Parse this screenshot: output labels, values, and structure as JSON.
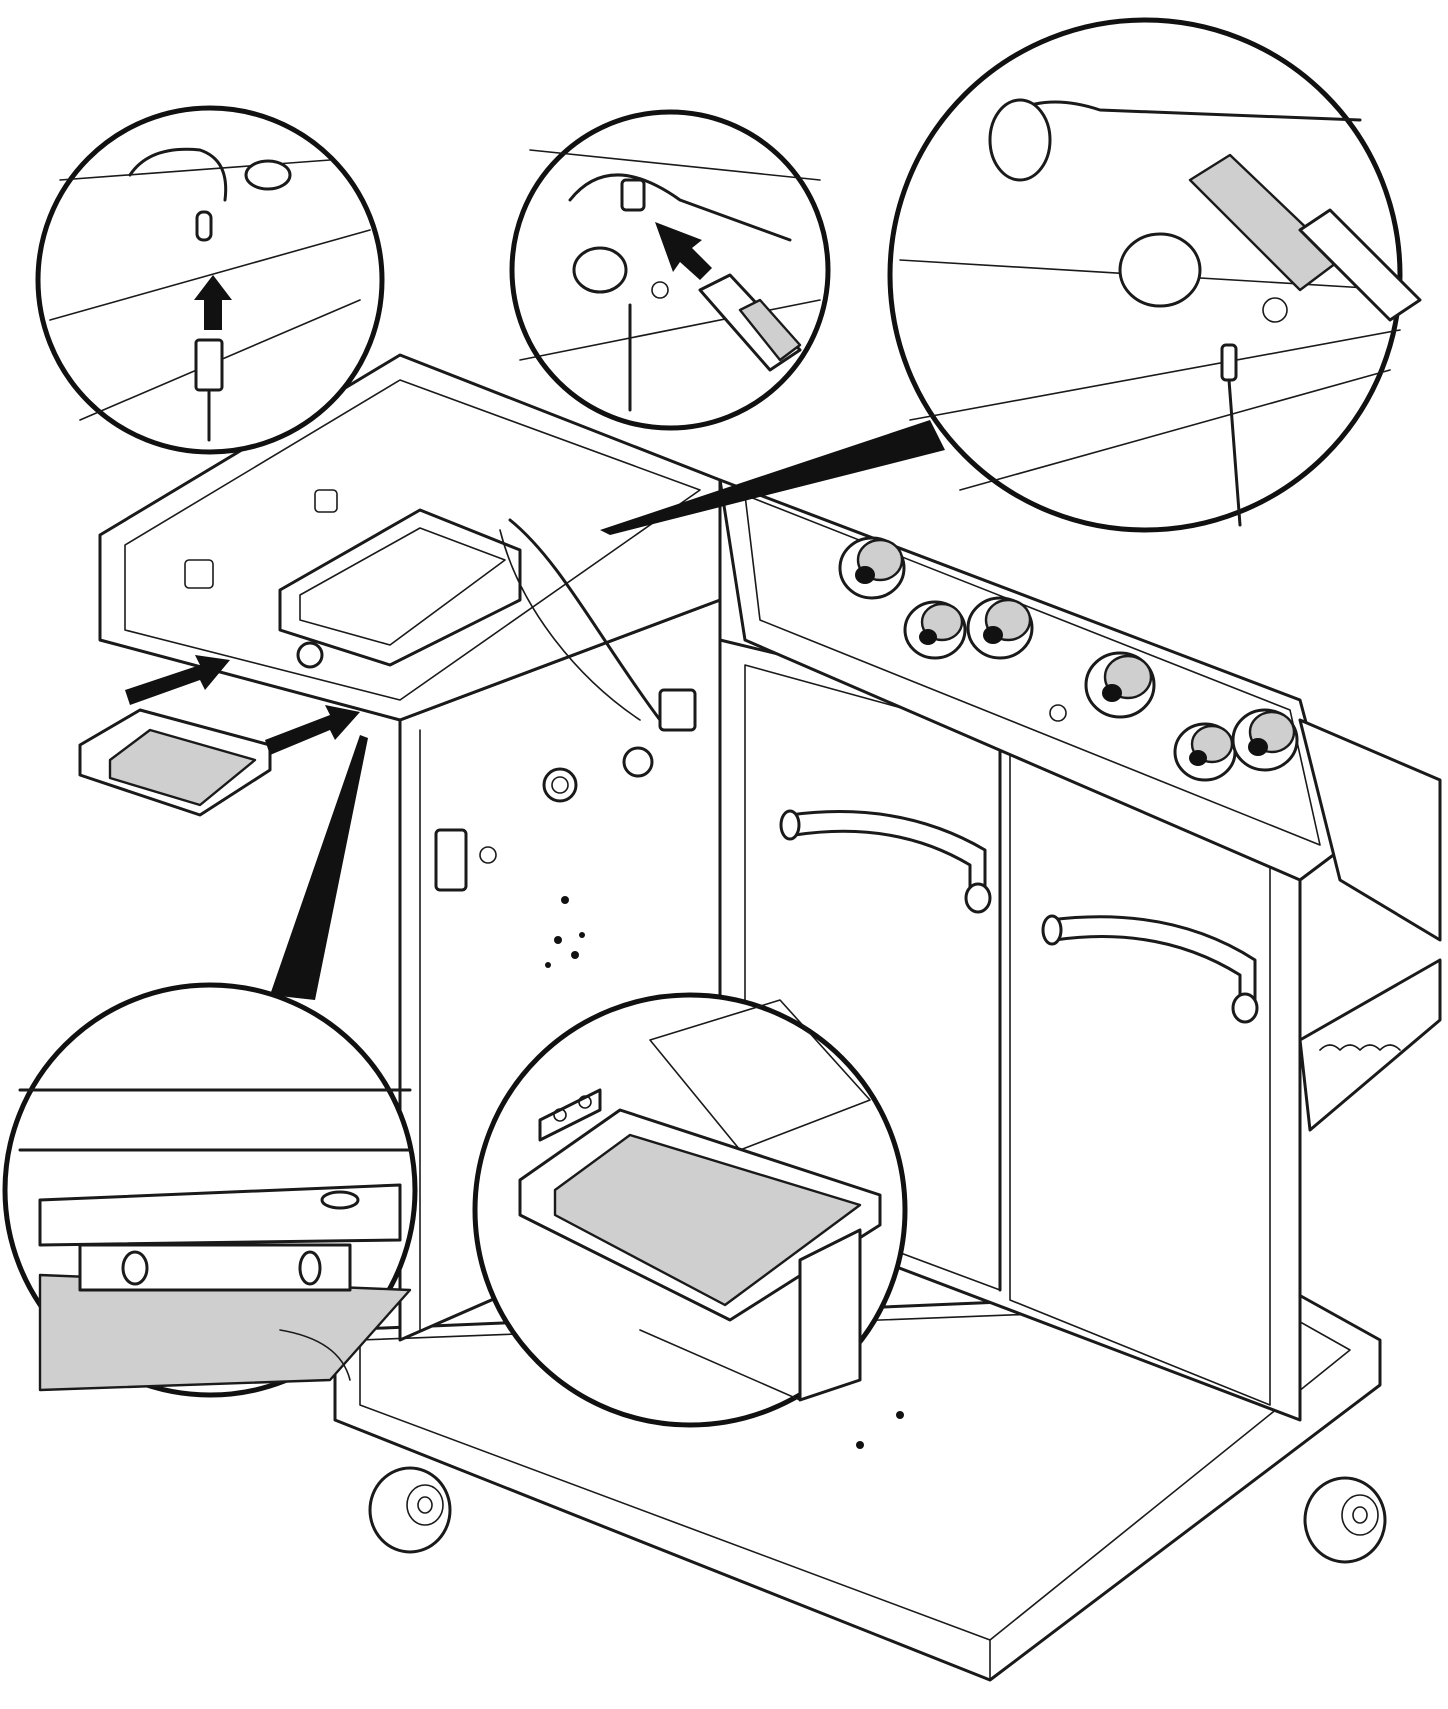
{
  "figure": {
    "kind": "assembly-instruction-illustration",
    "subject": "grill-cart-side-burner-and-grease-tray",
    "colors": {
      "line": "#1a1a1a",
      "shade": "#cfcfcf",
      "background": "#ffffff",
      "arrow": "#111111"
    },
    "icons": [
      "arrow-up-icon",
      "arrow-diagonal-icon",
      "arrow-right-icon",
      "grease-tray",
      "control-knob",
      "caster-wheel",
      "door-handle"
    ]
  }
}
